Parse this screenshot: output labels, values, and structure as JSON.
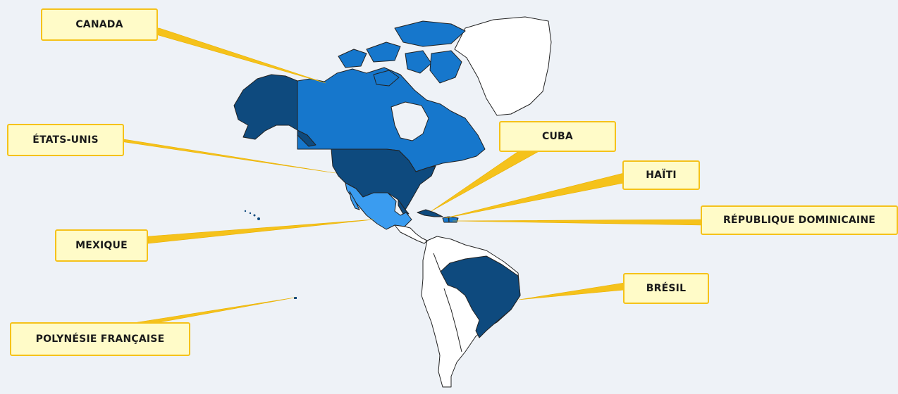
{
  "colors": {
    "background": "#eef2f7",
    "dark_blue": "#0e4a7e",
    "medium_blue": "#1677cc",
    "light_blue": "#3a9cf0",
    "unhighlighted": "#ffffff",
    "border": "#222222",
    "callout_fill": "#fffbc8",
    "callout_border": "#f5c21b"
  },
  "countries": [
    {
      "id": "canada",
      "label": "CANADA",
      "shade": "medium_blue"
    },
    {
      "id": "usa",
      "label": "ÉTATS-UNIS",
      "shade": "dark_blue"
    },
    {
      "id": "mexico",
      "label": "MEXIQUE",
      "shade": "light_blue"
    },
    {
      "id": "cuba",
      "label": "CUBA",
      "shade": "dark_blue"
    },
    {
      "id": "haiti",
      "label": "HAÏTI",
      "shade": "medium_blue"
    },
    {
      "id": "dominican-republic",
      "label": "RÉPUBLIQUE DOMINICAINE",
      "shade": "medium_blue"
    },
    {
      "id": "brazil",
      "label": "BRÉSIL",
      "shade": "dark_blue"
    },
    {
      "id": "french-polynesia",
      "label": "POLYNÉSIE FRANÇAISE",
      "shade": "dark_blue"
    }
  ]
}
